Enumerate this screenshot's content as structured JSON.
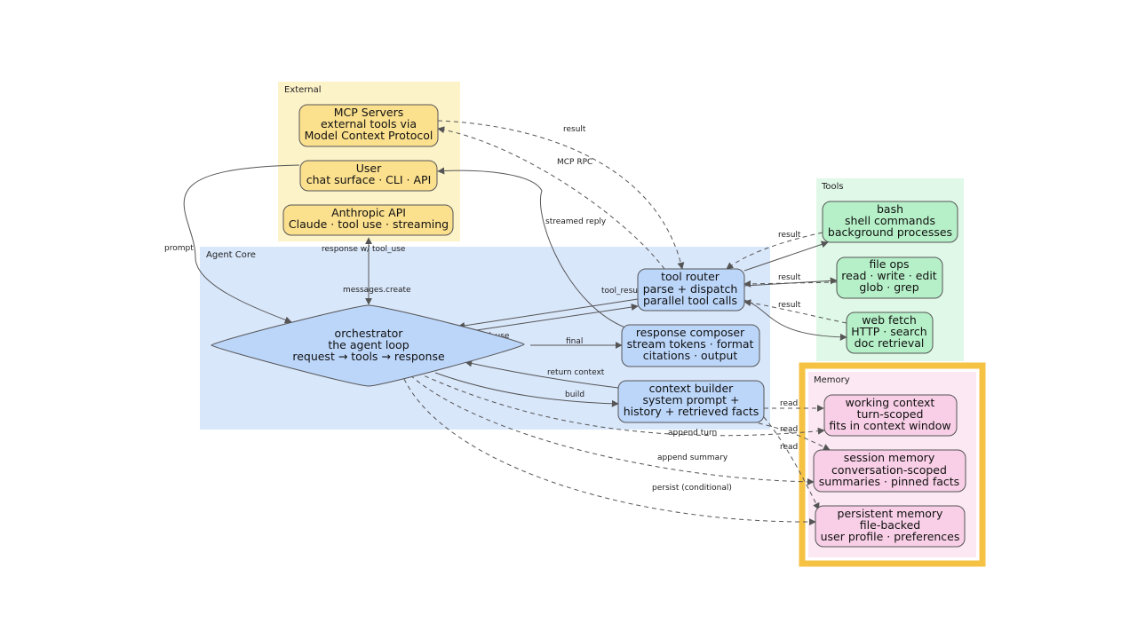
{
  "clusters": {
    "external": "External",
    "agent_core": "Agent Core",
    "tools": "Tools",
    "memory": "Memory"
  },
  "nodes": {
    "mcp": [
      "MCP Servers",
      "external tools via",
      "Model Context Protocol"
    ],
    "user": [
      "User",
      "chat surface · CLI · API"
    ],
    "anthropic": [
      "Anthropic API",
      "Claude · tool use · streaming"
    ],
    "orchestrator": [
      "orchestrator",
      "the agent loop",
      "request → tools → response"
    ],
    "tool_router": [
      "tool router",
      "parse + dispatch",
      "parallel tool calls"
    ],
    "response_composer": [
      "response composer",
      "stream tokens · format",
      "citations · output"
    ],
    "context_builder": [
      "context builder",
      "system prompt +",
      "history + retrieved facts"
    ],
    "bash": [
      "bash",
      "shell commands",
      "background processes"
    ],
    "file_ops": [
      "file ops",
      "read · write · edit",
      "glob · grep"
    ],
    "web_fetch": [
      "web fetch",
      "HTTP · search",
      "doc retrieval"
    ],
    "working_context": [
      "working context",
      "turn-scoped",
      "fits in context window"
    ],
    "session_memory": [
      "session memory",
      "conversation-scoped",
      "summaries · pinned facts"
    ],
    "persistent_memory": [
      "persistent memory",
      "file-backed",
      "user profile · preferences"
    ]
  },
  "edge_labels": {
    "result_mcp": "result",
    "mcp_rpc": "MCP RPC",
    "streamed_reply": "streamed reply",
    "prompt": "prompt",
    "response_tool_use": "response w/ tool_use",
    "messages_create": "messages.create",
    "tool_result": "tool_result",
    "tool_use": "tool_use",
    "final": "final",
    "return_context": "return context",
    "build": "build",
    "result_bash": "result",
    "result_file": "result",
    "result_web": "result",
    "read_1": "read",
    "read_2": "read",
    "read_3": "read",
    "append_turn": "append turn",
    "append_summary": "append summary",
    "persist": "persist (conditional)"
  },
  "colors": {
    "external_bg": "#fdf3c9",
    "external_node": "#fbe08e",
    "core_bg": "#d9e7fb",
    "core_node": "#bcd6fa",
    "tools_bg": "#e0f8e7",
    "tools_node": "#b6f0c8",
    "memory_bg": "#fbe8f2",
    "memory_node": "#f8cfe6",
    "memory_highlight": "#f6c244"
  }
}
